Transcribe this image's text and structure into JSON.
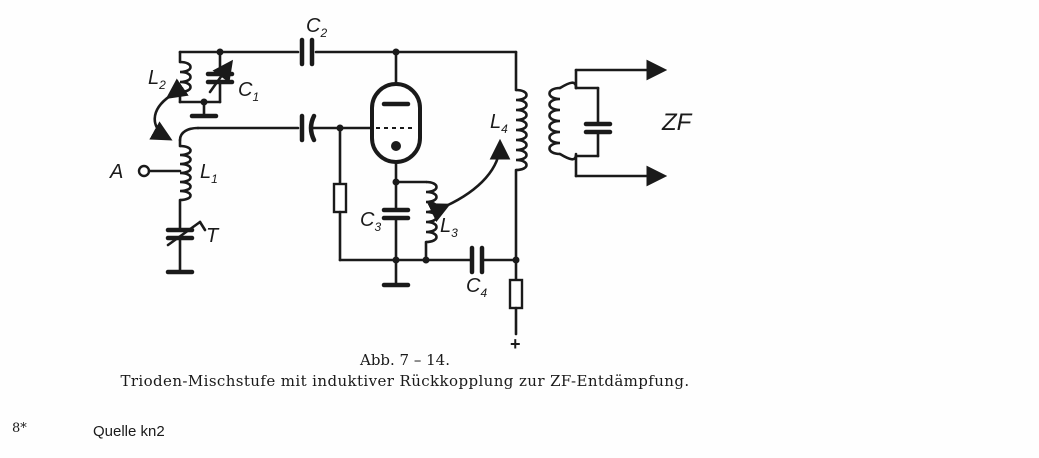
{
  "diagram": {
    "labels": {
      "c1": "C",
      "c1_sub": "1",
      "c2": "C",
      "c2_sub": "2",
      "c3": "C",
      "c3_sub": "3",
      "c4": "C",
      "c4_sub": "4",
      "l1": "L",
      "l1_sub": "1",
      "l2": "L",
      "l2_sub": "2",
      "l3": "L",
      "l3_sub": "3",
      "l4": "L",
      "l4_sub": "4",
      "a": "A",
      "t": "T",
      "zf": "ZF",
      "plus": "+"
    }
  },
  "caption": {
    "figure": "Abb. 7 – 14.",
    "text": "Trioden-Mischstufe mit induktiver Rückkopplung zur ZF-Entdämpfung."
  },
  "footer": {
    "page_number": "8*",
    "source": "Quelle kn2"
  }
}
